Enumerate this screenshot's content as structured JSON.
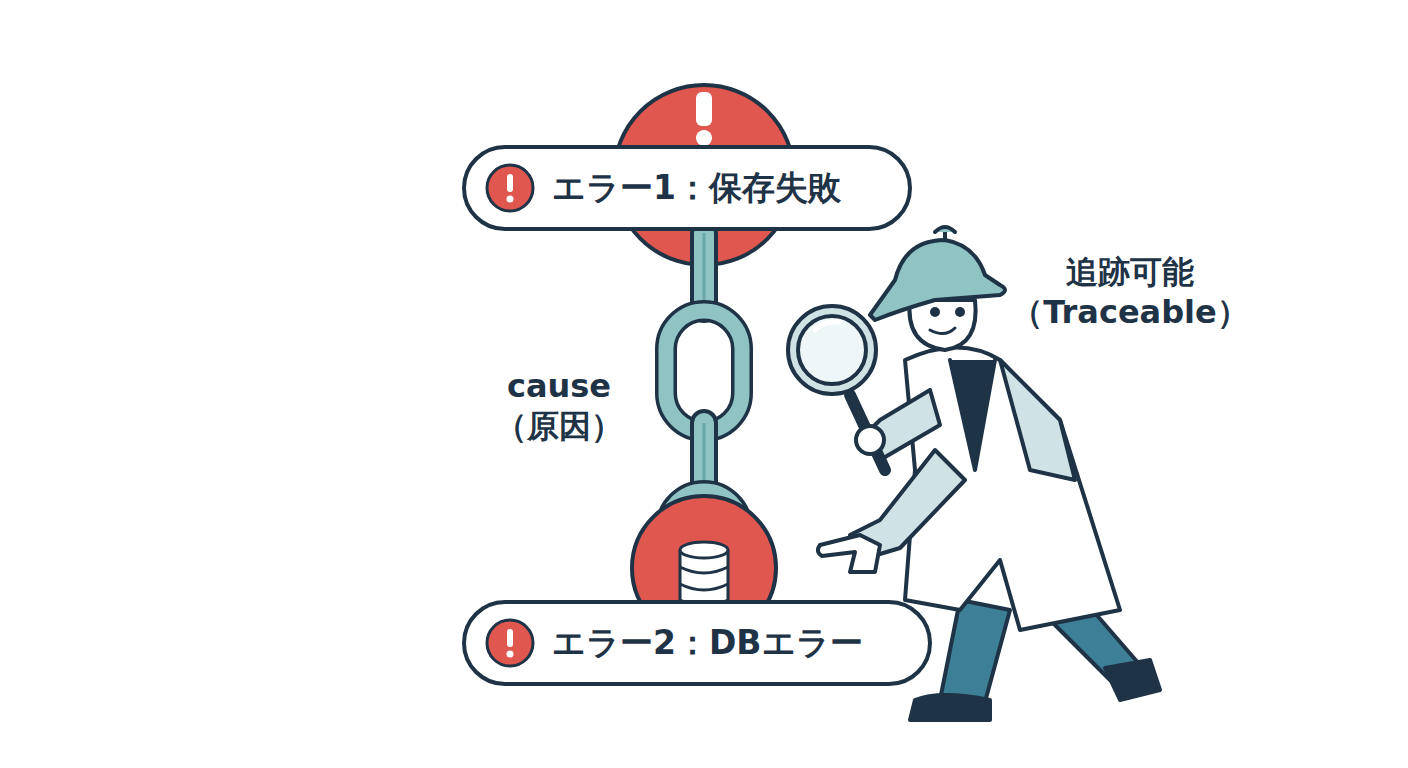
{
  "diagram": {
    "nodes": [
      {
        "text": [
          "エラー1：保存失敗"
        ]
      },
      {
        "text": [
          "エラー2：DBエラー"
        ]
      }
    ],
    "edges": [
      {
        "from": 0,
        "to": 1,
        "arrow": "none",
        "label": "cause （原因）"
      }
    ],
    "labels": [
      "追跡可能 （Traceable）"
    ]
  }
}
